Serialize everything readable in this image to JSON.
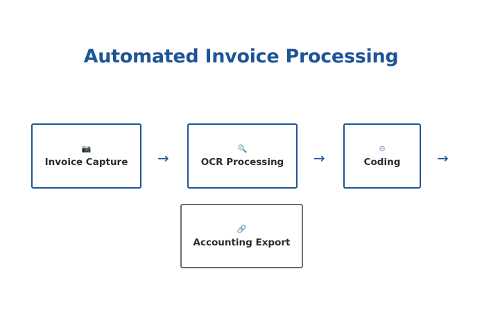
{
  "title": "Automated Invoice Processing",
  "steps": [
    {
      "label": "Invoice Capture",
      "icon": "camera-icon",
      "glyph": "📷"
    },
    {
      "label": "OCR Processing",
      "icon": "magnifier-icon",
      "glyph": "🔍"
    },
    {
      "label": "Coding",
      "icon": "gear-icon",
      "glyph": "⚙"
    },
    {
      "label": "Accounting Export",
      "icon": "link-icon",
      "glyph": "🔗"
    }
  ],
  "arrow_glyph": "→",
  "colors": {
    "accent": "#1e5597",
    "text": "#2b2b2b",
    "last_border": "#6e6e6e"
  }
}
